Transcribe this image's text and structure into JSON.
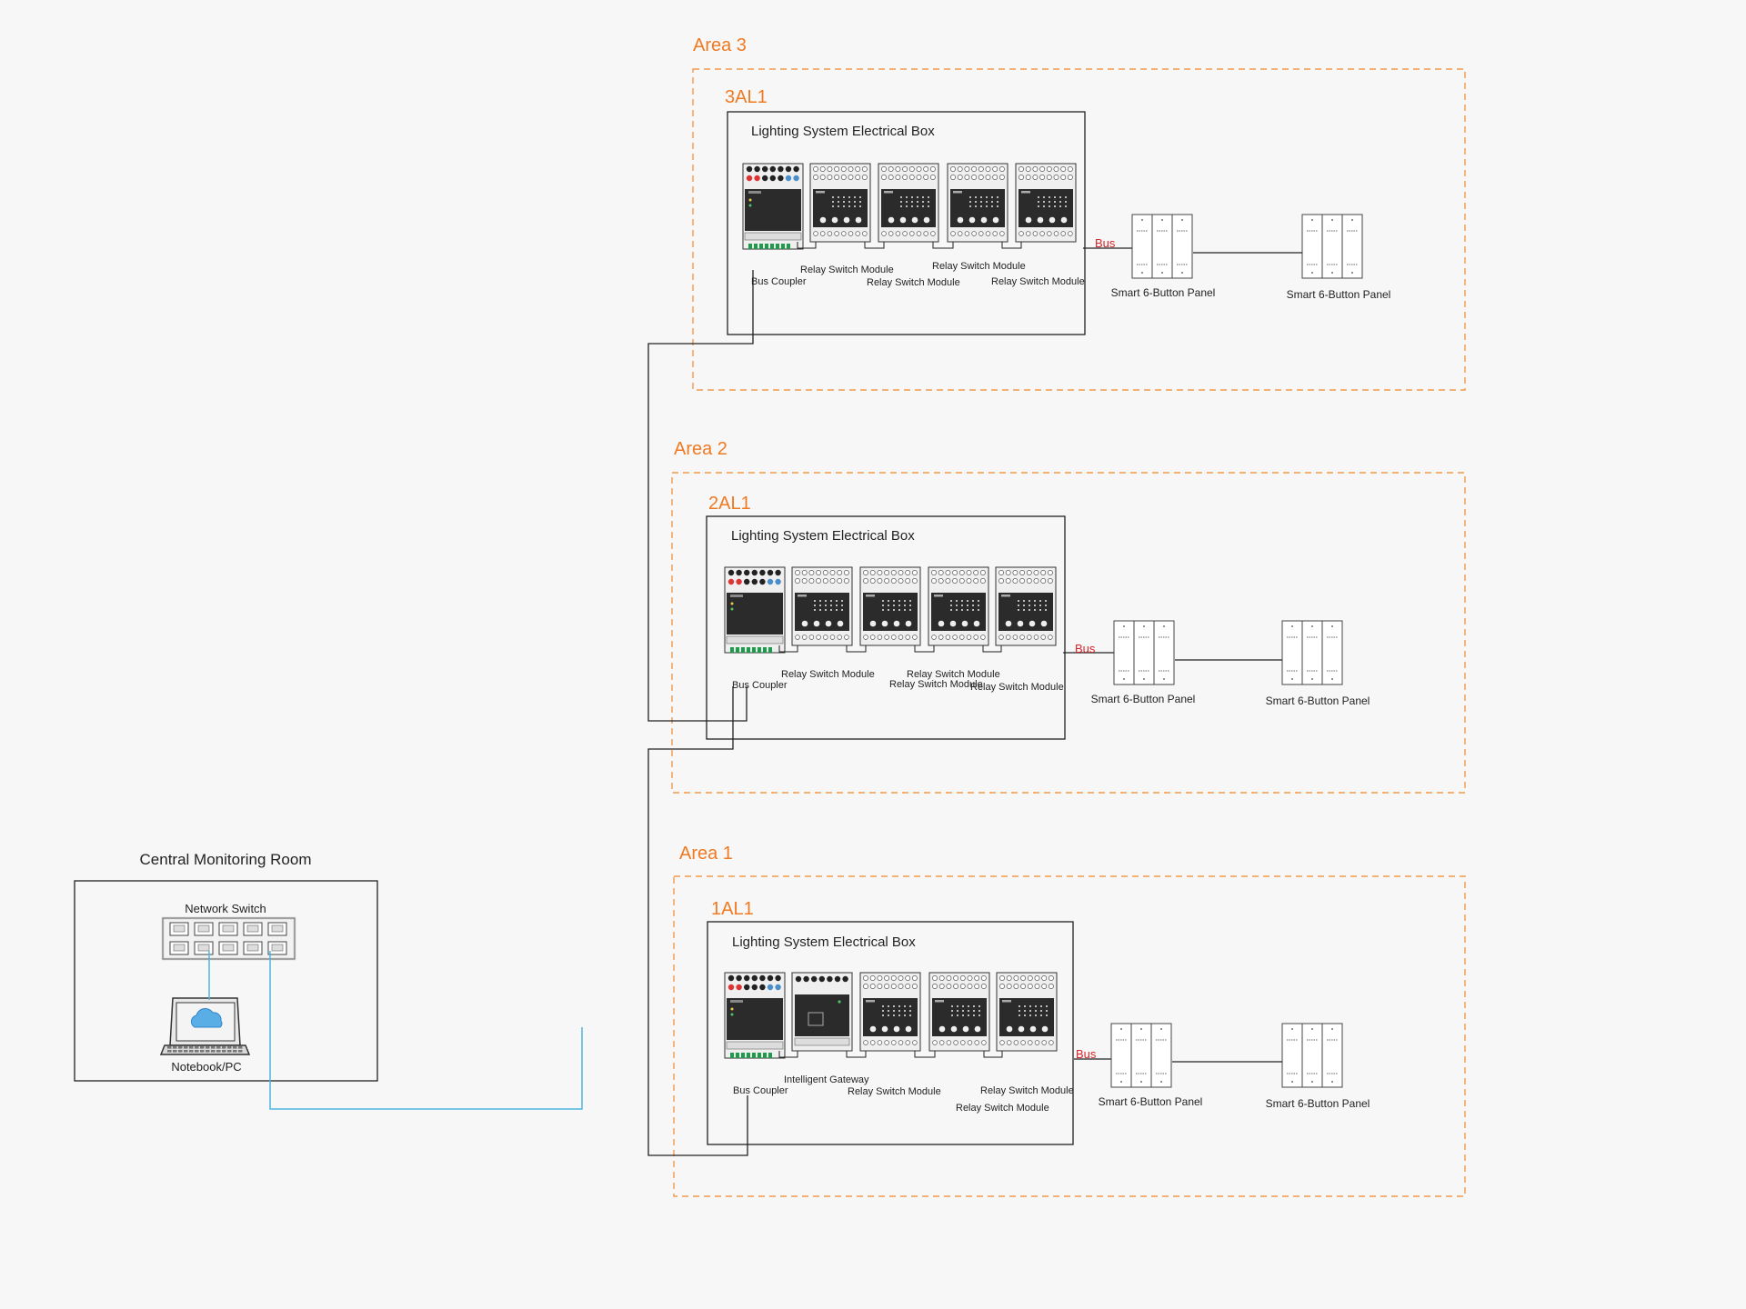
{
  "colors": {
    "area_border": "#f39a4a",
    "area_text": "#f07a22",
    "bus_text": "#d6262b",
    "network_line": "#4fb6e0",
    "bus_line": "#222222",
    "module_dark": "#2b2b2b",
    "terminal_green": "#1c9b4a"
  },
  "central_room": {
    "title": "Central Monitoring Room",
    "switch_label": "Network Switch",
    "pc_label": "Notebook/PC",
    "pc_icon": "laptop-icon",
    "cloud_icon": "cloud-icon"
  },
  "areas": [
    {
      "title": "Area 3",
      "box_id": "3AL1",
      "box_title": "Lighting System Electrical Box",
      "modules": [
        "bus_coupler",
        "relay",
        "relay",
        "relay",
        "relay"
      ],
      "labels": [
        "Bus Coupler",
        "Relay Switch Module",
        "Relay Switch Module",
        "Relay Switch Module",
        "Relay Switch Module"
      ],
      "bus_label": "Bus",
      "panel_labels": [
        "Smart 6-Button Panel",
        "Smart 6-Button Panel"
      ]
    },
    {
      "title": "Area 2",
      "box_id": "2AL1",
      "box_title": "Lighting System Electrical Box",
      "modules": [
        "bus_coupler",
        "relay",
        "relay",
        "relay",
        "relay"
      ],
      "labels": [
        "Bus Coupler",
        "Relay Switch Module",
        "Relay Switch Module",
        "Relay Switch Module",
        "Relay Switch Module"
      ],
      "bus_label": "Bus",
      "panel_labels": [
        "Smart 6-Button Panel",
        "Smart 6-Button Panel"
      ]
    },
    {
      "title": "Area 1",
      "box_id": "1AL1",
      "box_title": "Lighting System Electrical Box",
      "modules": [
        "bus_coupler",
        "gateway",
        "relay",
        "relay",
        "relay"
      ],
      "labels": [
        "Bus Coupler",
        "Intelligent Gateway",
        "Relay Switch Module",
        "Relay Switch Module",
        "Relay Switch Module"
      ],
      "bus_label": "Bus",
      "panel_labels": [
        "Smart 6-Button Panel",
        "Smart 6-Button Panel"
      ]
    }
  ]
}
